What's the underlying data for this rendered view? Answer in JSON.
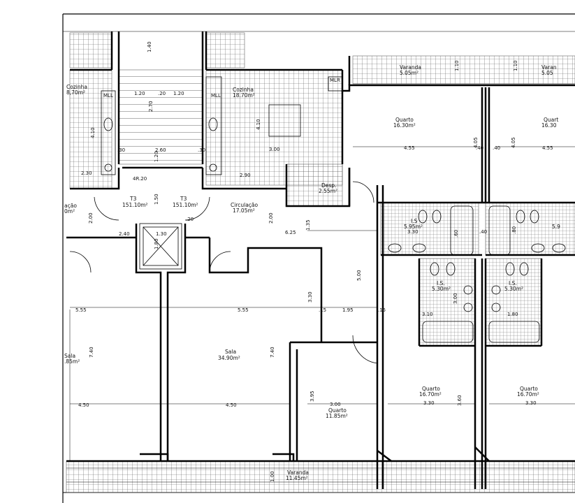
{
  "plan": {
    "rooms": {
      "cozinha_left": {
        "name": "Cozinha",
        "area": "8,70m²"
      },
      "cozinha_center": {
        "name": "Cozinha",
        "area": "18.70m²"
      },
      "varanda_top_a": {
        "name": "Varanda",
        "area": "5.05m²"
      },
      "varanda_top_b": {
        "name": "Varan",
        "area": "5.05"
      },
      "quarto_1": {
        "name": "Quarto",
        "area": "16.30m²"
      },
      "quarto_2": {
        "name": "Quart",
        "area": "16.30"
      },
      "desp": {
        "name": "Desp.",
        "area": "2.55m²"
      },
      "t3_left": {
        "name": "T3",
        "area": "151.10m²"
      },
      "t3_right": {
        "name": "T3",
        "area": "151.10m²"
      },
      "circulacao_right": {
        "name": "Circulação",
        "area": "17.05m²"
      },
      "circulacao_left": {
        "name": "ação",
        "area": "0m²"
      },
      "is_1": {
        "name": "I.S",
        "area": "5.95m²"
      },
      "is_2": {
        "name": "I.S.",
        "area": "5.30m²"
      },
      "is_3": {
        "name": "I.S.",
        "area": "5.30m²"
      },
      "is_4": {
        "name": "",
        "area": "5.9"
      },
      "sala_left": {
        "name": "Sala",
        "area": ".85m²"
      },
      "sala_center": {
        "name": "Sala",
        "area": "34.90m²"
      },
      "quarto_3": {
        "name": "Quarto",
        "area": "11.85m²"
      },
      "quarto_4": {
        "name": "Quarto",
        "area": "16.70m²"
      },
      "quarto_5": {
        "name": "Quarto",
        "area": "16.70m²"
      },
      "varanda_bottom": {
        "name": "Varanda",
        "area": "11.45m²"
      }
    },
    "fixtures": {
      "mlr1": "MLL",
      "mlr2": "MLL",
      "mlr3": "MLR",
      "lift": "4R.20"
    },
    "dims": {
      "d140": "1.40",
      "d120a": "1.20",
      "d120b": ".20",
      "d120c": "1.20",
      "d270": "2.70",
      "d410a": "4.10",
      "d410b": "4.10",
      "d260": "2.60",
      "d30a": ".30",
      "d30b": ".30",
      "d120v": "1.20",
      "d230": "2.30",
      "d290": "2.90",
      "d300k": "3.00",
      "d455a": "4.55",
      "d455b": "4.55",
      "d405a": "4.05",
      "d405b": "4.05",
      "d40a": ".40",
      "d40b": ".40",
      "d150": "1.50",
      "d135": "1.35",
      "d625": "6.25",
      "d200a": "2.00",
      "d200b": "2.00",
      "d040": "2.40",
      "d130": "1.30",
      "d180": "1.80",
      "d330": "3.30",
      "d330b": "3.30",
      "d500": "5.00",
      "d555a": "5.55",
      "d555b": "5.55",
      "d195": "1.95",
      "d15a": ".15",
      "d15b": ".15",
      "d740a": "7.40",
      "d740b": "7.40",
      "d450a": "4.50",
      "d450b": "4.50",
      "d395": "3.95",
      "d300q": "3.00",
      "d360a": "3.60",
      "d330c": "3.30",
      "d330d": "3.30",
      "d100": "1.00",
      "d110a": "1.10",
      "d110b": "1.10",
      "d60": ".60",
      "d310": "3.10",
      "d300i": "3.00",
      "d80": ".80",
      "d180b": "1.80",
      "d20": ".20",
      "d40c": ".40"
    }
  }
}
